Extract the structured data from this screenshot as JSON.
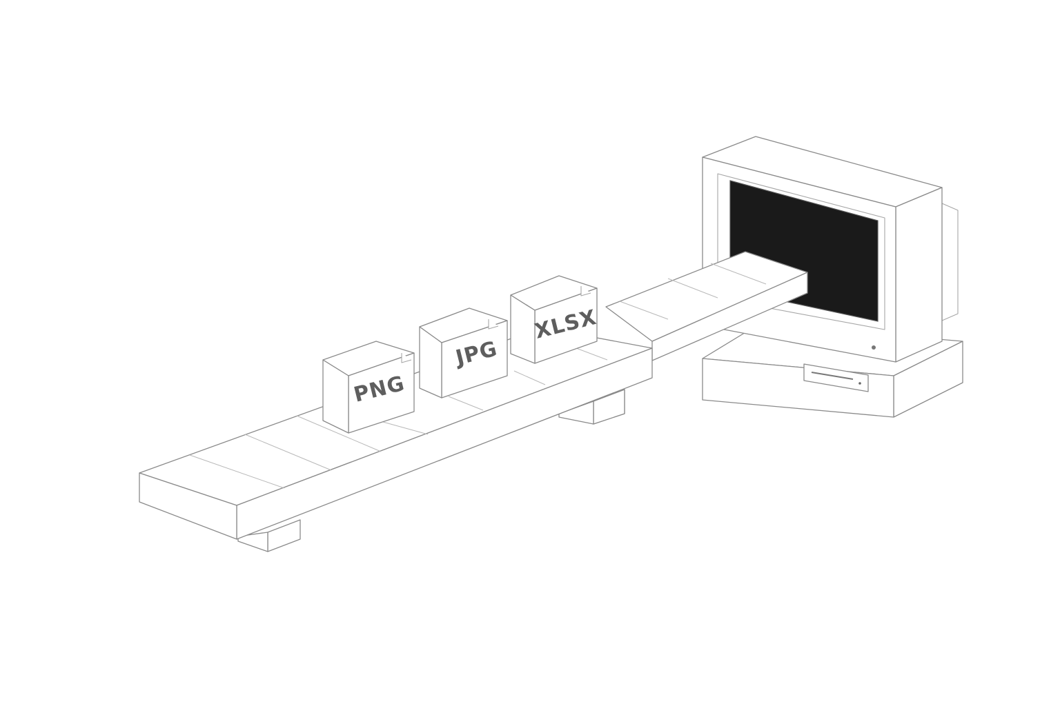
{
  "scene": {
    "colors": {
      "background": "#ffffff",
      "line": "#8a8a8a",
      "screen": "#1a1a1a",
      "label": "#5e5e5e"
    },
    "file_boxes": [
      {
        "label": "PNG"
      },
      {
        "label": "JPG"
      },
      {
        "label": "XLSX"
      }
    ],
    "icons": [
      "conveyor-belt",
      "retro-computer-monitor",
      "file-box-icon"
    ]
  }
}
